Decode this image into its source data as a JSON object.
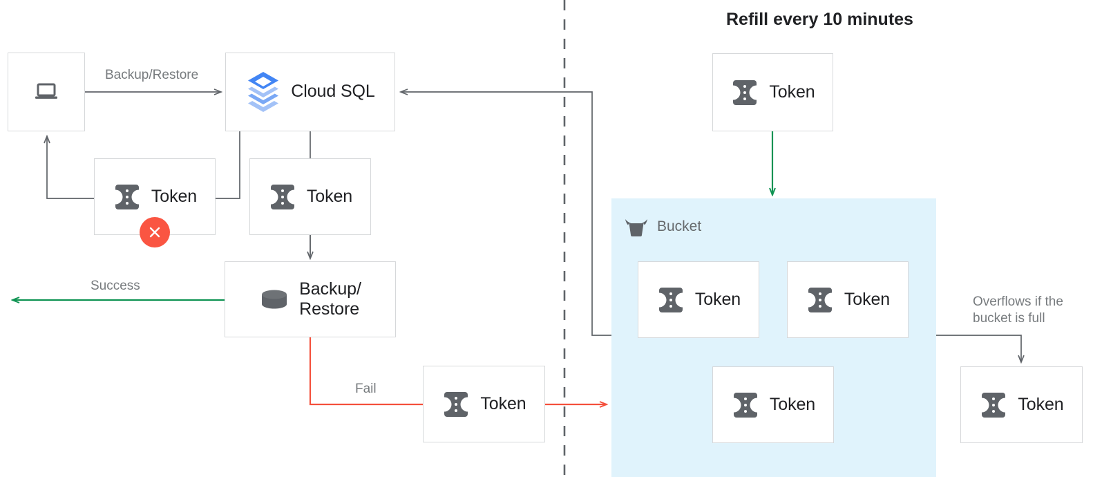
{
  "diagram": {
    "title": "Refill every 10 minutes",
    "colors": {
      "accent_blue": "#4285f4",
      "bucket_fill": "#e0f3fc",
      "success_green": "#0e9352",
      "fail_red": "#f4503c",
      "error_badge": "#fa5542",
      "line_gray": "#5f6368",
      "box_border": "#d6d8da",
      "text_dark": "#202124",
      "text_gray": "#777b7e"
    },
    "nodes": [
      {
        "id": "client",
        "label": "",
        "icon": "laptop-icon"
      },
      {
        "id": "cloud-sql",
        "label": "Cloud SQL",
        "icon": "cloud-sql-icon"
      },
      {
        "id": "token-fail",
        "label": "Token",
        "icon": "token-icon"
      },
      {
        "id": "token-consume",
        "label": "Token",
        "icon": "token-icon"
      },
      {
        "id": "backup-restore",
        "label": "Backup/\nRestore",
        "icon": "database-icon"
      },
      {
        "id": "token-retry",
        "label": "Token",
        "icon": "token-icon"
      },
      {
        "id": "token-refill",
        "label": "Token",
        "icon": "token-icon"
      },
      {
        "id": "token-bucket-1",
        "label": "Token",
        "icon": "token-icon"
      },
      {
        "id": "token-bucket-2",
        "label": "Token",
        "icon": "token-icon"
      },
      {
        "id": "token-bucket-3",
        "label": "Token",
        "icon": "token-icon"
      },
      {
        "id": "token-overflow",
        "label": "Token",
        "icon": "token-icon"
      }
    ],
    "bucket": {
      "label": "Bucket",
      "icon": "bucket-icon"
    },
    "edge_labels": {
      "backup_restore": "Backup/Restore",
      "success": "Success",
      "fail": "Fail",
      "overflow": "Overflows if the\nbucket is full"
    },
    "error_badge": {
      "icon": "error-x-icon",
      "name": "token-rejected-badge"
    }
  }
}
